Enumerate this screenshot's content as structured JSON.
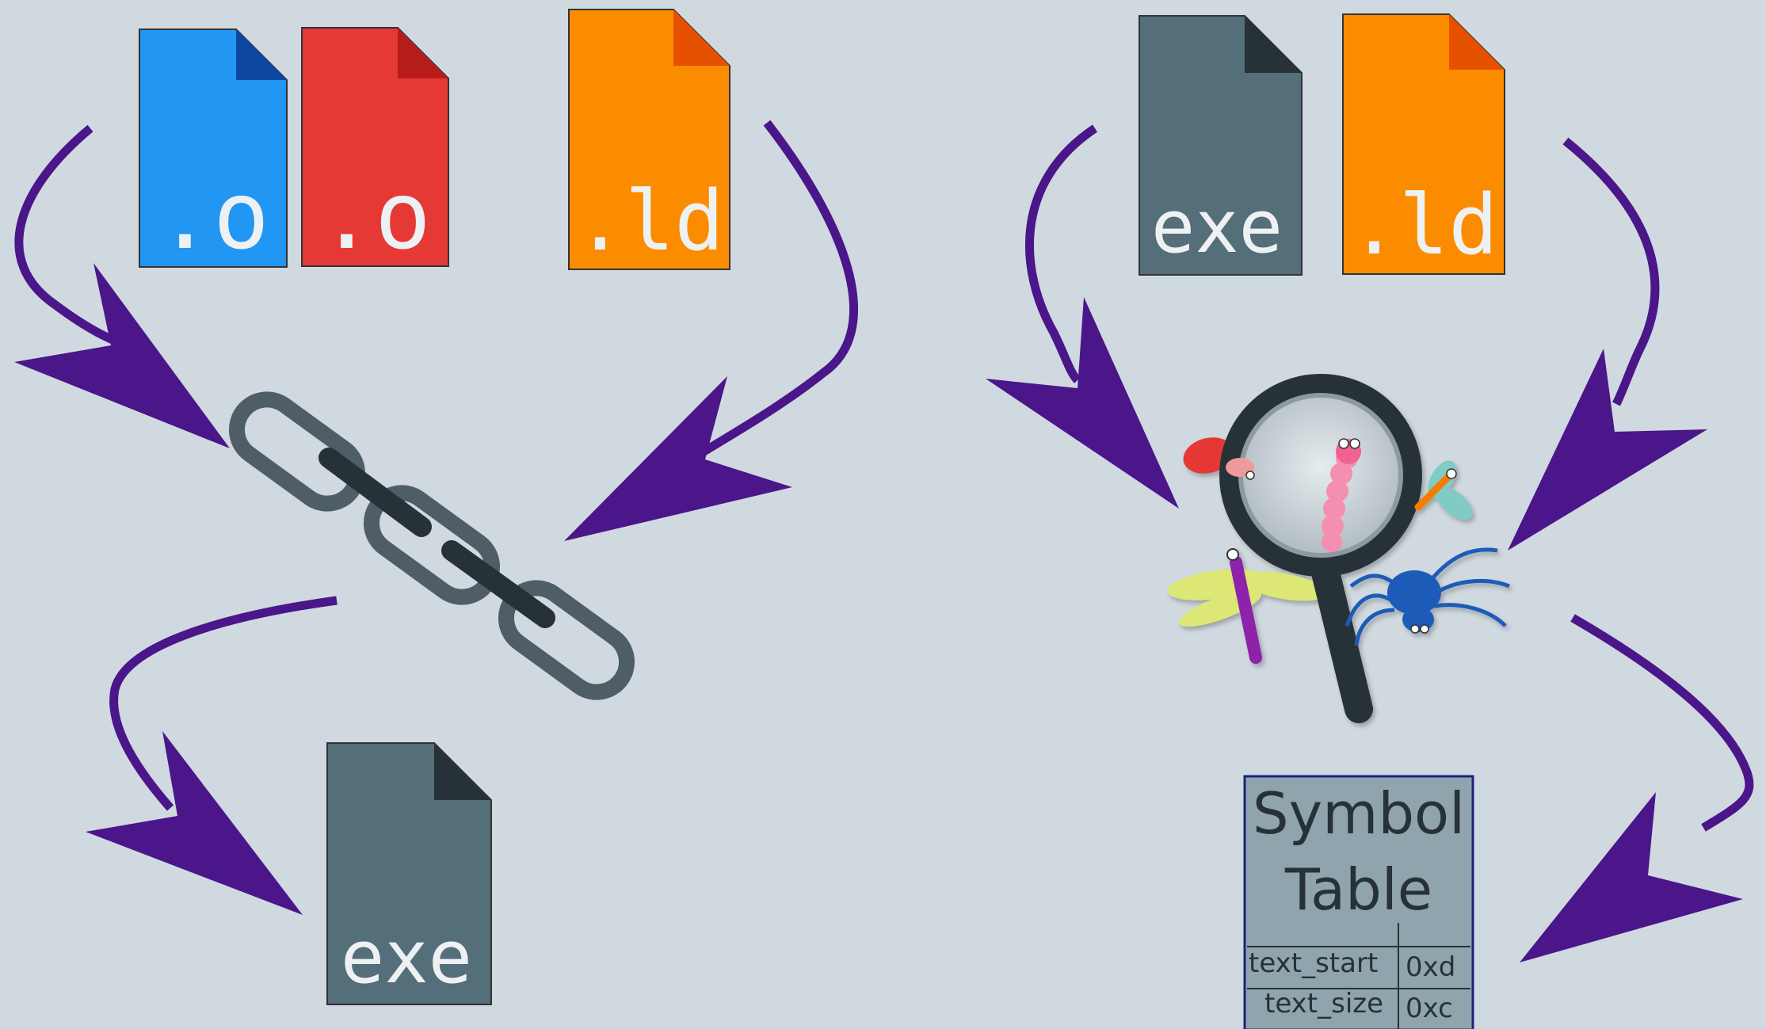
{
  "colors": {
    "background": "#d0d9df",
    "arrow": "#4a168a",
    "file_blue": "#2196f3",
    "file_blue_fold": "#0d47a1",
    "file_red": "#e53935",
    "file_red_fold": "#b71c1c",
    "file_orange": "#fb8c00",
    "file_orange_fold": "#e65100",
    "file_gray": "#546e7a",
    "file_gray_fold": "#263238",
    "chain_light": "#4e5d66",
    "chain_dark": "#263238",
    "symbol_table_fill": "#90a4ae",
    "symbol_table_border": "#1a237e"
  },
  "link_stage": {
    "input_files": [
      {
        "label": ".o",
        "color": "blue"
      },
      {
        "label": ".o",
        "color": "red"
      },
      {
        "label": ".ld",
        "color": "orange"
      }
    ],
    "tool_icon": "chain-link-icon",
    "output_file": {
      "label": "exe",
      "color": "gray"
    }
  },
  "debug_stage": {
    "input_files": [
      {
        "label": "exe",
        "color": "gray"
      },
      {
        "label": ".ld",
        "color": "orange"
      }
    ],
    "tool_icon": "magnifying-glass-with-bugs-icon",
    "symbol_table": {
      "title_line1": "Symbol",
      "title_line2": "Table",
      "rows": [
        {
          "name": "text_start",
          "value": "0xd"
        },
        {
          "name": "text_size",
          "value": "0xc"
        }
      ]
    }
  }
}
